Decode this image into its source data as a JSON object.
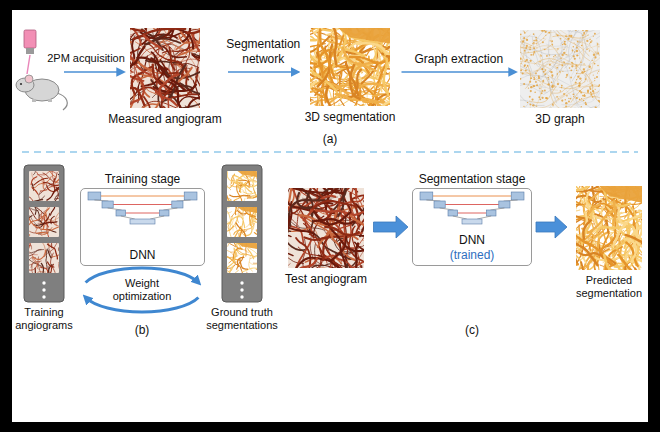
{
  "diagram": {
    "nodes": [
      {
        "text": [
          "Measured angiogram"
        ]
      },
      {
        "text": [
          "3D segmentation"
        ]
      },
      {
        "text": [
          "3D graph"
        ]
      },
      {
        "text": [
          "Training angiograms"
        ]
      },
      {
        "text": [
          "Training stage",
          "DNN"
        ]
      },
      {
        "text": [
          "Ground truth segmentations"
        ]
      },
      {
        "text": [
          "Test angiogram"
        ]
      },
      {
        "text": [
          "Segmentation stage",
          "DNN",
          "(trained)"
        ]
      },
      {
        "text": [
          "Predicted segmentation"
        ]
      }
    ],
    "edges": [
      {
        "from": 0,
        "to": 1,
        "arrow": "to",
        "label": "Segmentation network"
      },
      {
        "from": 1,
        "to": 2,
        "arrow": "to",
        "label": "Graph extraction"
      },
      {
        "from": 6,
        "to": 7,
        "arrow": "to"
      },
      {
        "from": 7,
        "to": 8,
        "arrow": "to"
      }
    ],
    "labels": [
      "2PM acquisition",
      "(a)",
      "Weight optimization",
      "(b)",
      "(c)"
    ]
  }
}
